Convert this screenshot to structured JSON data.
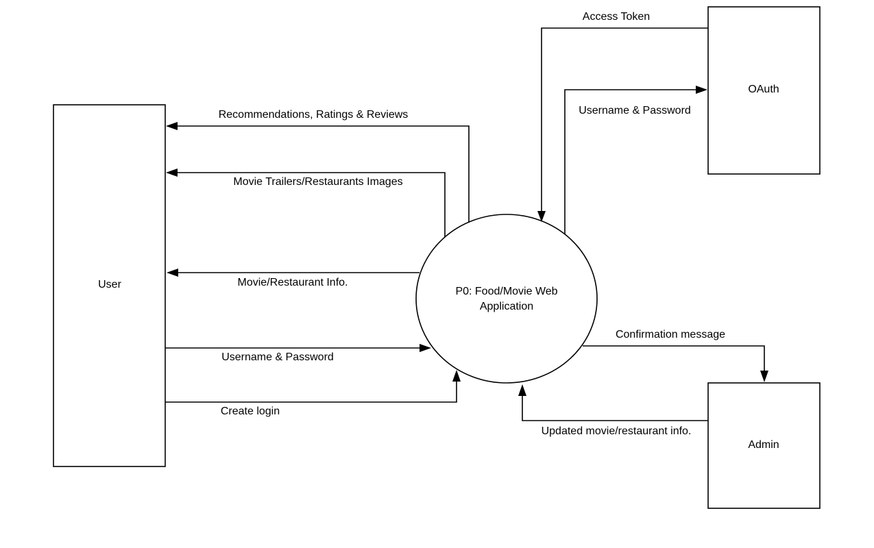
{
  "entities": {
    "user": {
      "label": "User"
    },
    "oauth": {
      "label": "OAuth"
    },
    "admin": {
      "label": "Admin"
    }
  },
  "process": {
    "label_line1": "P0: Food/Movie Web",
    "label_line2": "Application"
  },
  "flows": {
    "access_token": "Access Token",
    "username_password_oauth": "Username & Password",
    "recommendations": "Recommendations, Ratings & Reviews",
    "trailers_images": "Movie Trailers/Restaurants Images",
    "info": "Movie/Restaurant Info.",
    "username_password_user": "Username & Password",
    "create_login": "Create login",
    "confirmation": "Confirmation message",
    "updated_info": "Updated movie/restaurant info."
  }
}
